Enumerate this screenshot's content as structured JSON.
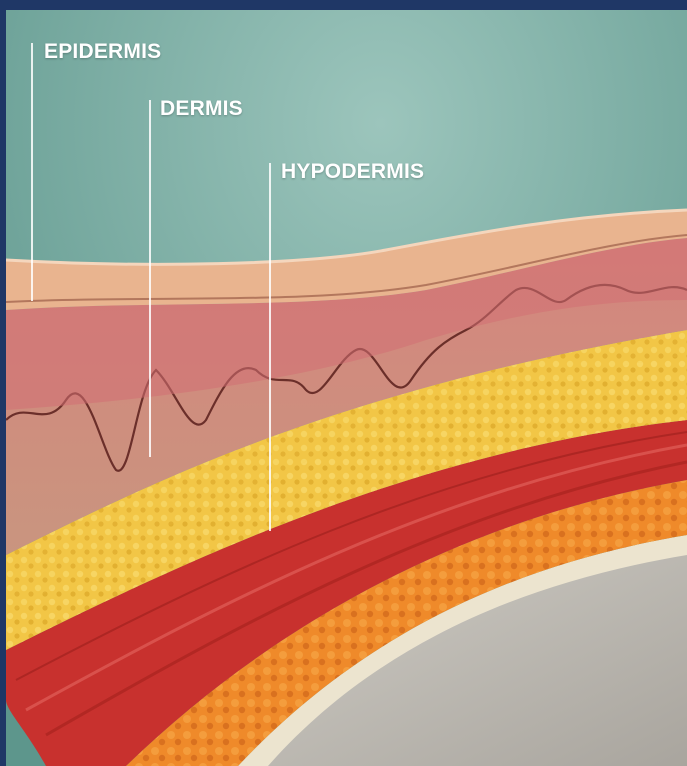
{
  "labels": {
    "epidermis": "EPIDERMIS",
    "dermis": "DERMIS",
    "hypodermis": "HYPODERMIS"
  },
  "colors": {
    "frame": "#1f3766",
    "background": "#7fb0a6",
    "epidermis": "#e9b48f",
    "dermis": "#c98a7e",
    "hypodermis_fat": "#f2c646",
    "muscle": "#c8312e",
    "deep_fat": "#ef8a2a",
    "bone": "#d9d6cf"
  }
}
